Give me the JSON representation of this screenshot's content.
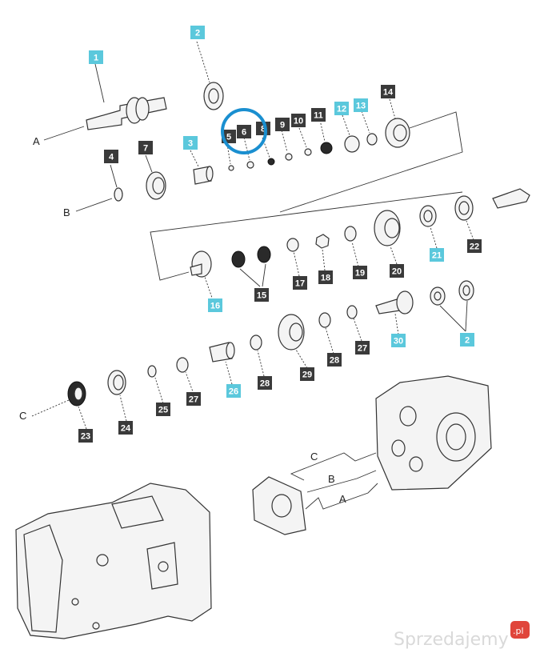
{
  "callouts": [
    {
      "id": "1",
      "style": "cyan"
    },
    {
      "id": "2",
      "style": "cyan"
    },
    {
      "id": "3",
      "style": "cyan"
    },
    {
      "id": "4",
      "style": "dark"
    },
    {
      "id": "5",
      "style": "dark"
    },
    {
      "id": "6",
      "style": "dark"
    },
    {
      "id": "7",
      "style": "dark"
    },
    {
      "id": "8",
      "style": "dark"
    },
    {
      "id": "9",
      "style": "dark"
    },
    {
      "id": "10",
      "style": "dark"
    },
    {
      "id": "11",
      "style": "dark"
    },
    {
      "id": "12",
      "style": "cyan"
    },
    {
      "id": "13",
      "style": "cyan"
    },
    {
      "id": "14",
      "style": "dark"
    },
    {
      "id": "15",
      "style": "dark"
    },
    {
      "id": "16",
      "style": "cyan"
    },
    {
      "id": "17",
      "style": "dark"
    },
    {
      "id": "18",
      "style": "dark"
    },
    {
      "id": "19",
      "style": "dark"
    },
    {
      "id": "20",
      "style": "dark"
    },
    {
      "id": "21",
      "style": "cyan"
    },
    {
      "id": "22",
      "style": "dark"
    },
    {
      "id": "23",
      "style": "dark"
    },
    {
      "id": "24",
      "style": "dark"
    },
    {
      "id": "25",
      "style": "dark"
    },
    {
      "id": "26",
      "style": "cyan"
    },
    {
      "id": "27",
      "style": "dark"
    },
    {
      "id": "27",
      "style": "dark"
    },
    {
      "id": "28",
      "style": "dark"
    },
    {
      "id": "28",
      "style": "dark"
    },
    {
      "id": "29",
      "style": "dark"
    },
    {
      "id": "30",
      "style": "cyan"
    },
    {
      "id": "2",
      "style": "cyan"
    }
  ],
  "letters": [
    "A",
    "B",
    "C",
    "C",
    "B",
    "A"
  ],
  "watermark": "Sprzedajemy",
  "watermark_badge": ".pl",
  "colors": {
    "cyan": "#5bc8dc",
    "dark": "#3a3a3a",
    "highlight": "#1a8fd0",
    "badge": "#e0453b"
  }
}
